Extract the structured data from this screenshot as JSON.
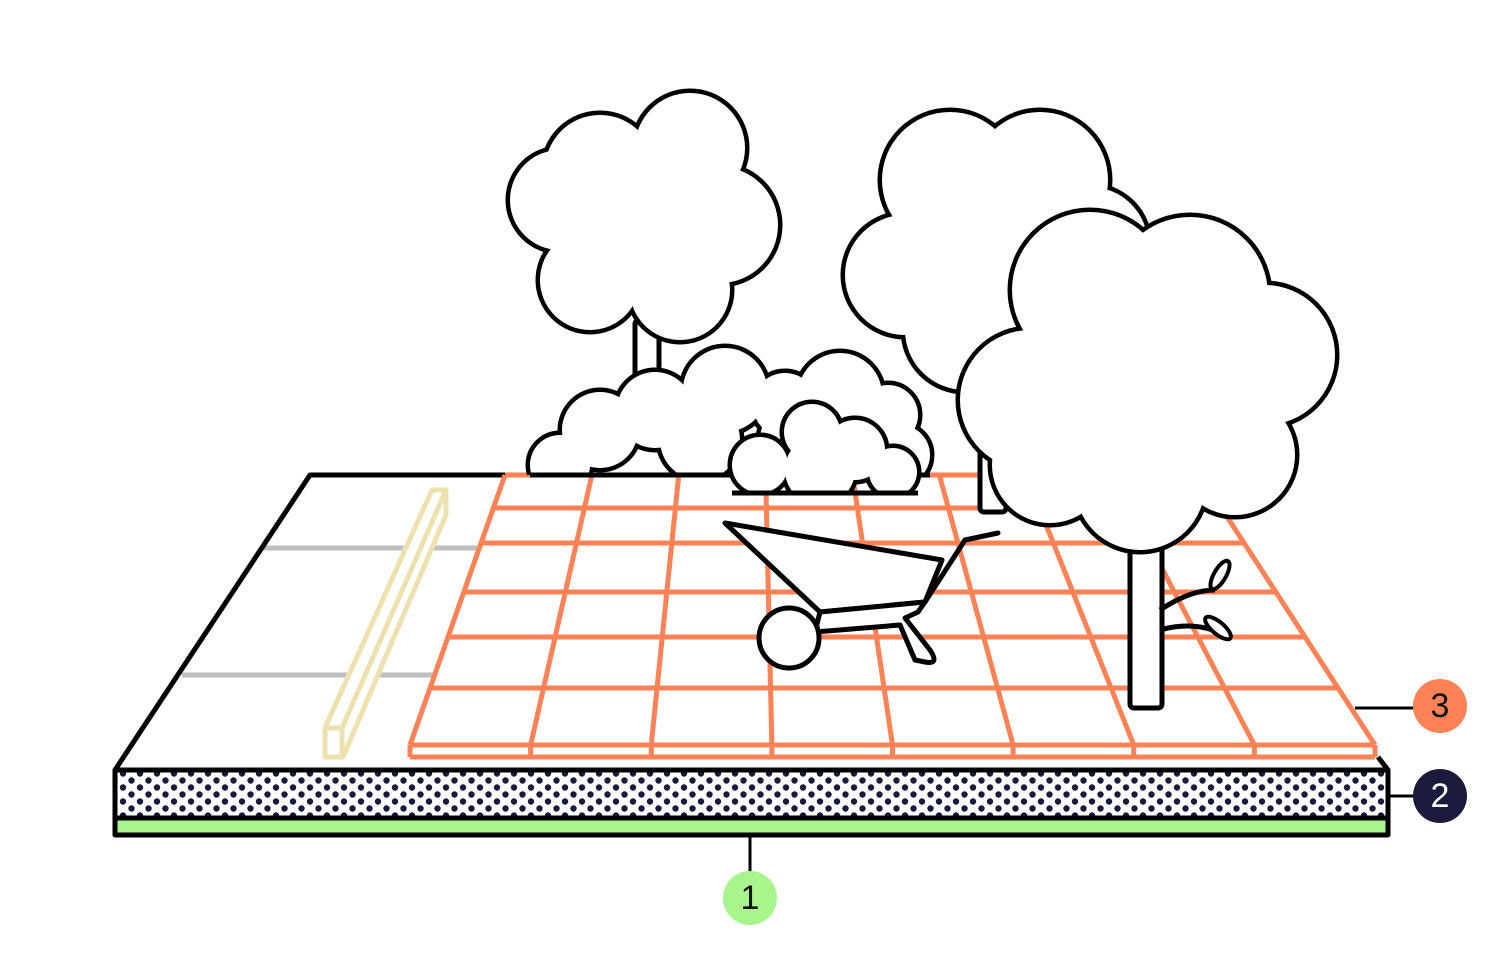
{
  "diagram": {
    "labels": [
      {
        "id": "1",
        "text": "1",
        "color": "#a8f58c",
        "text_color": "#111111"
      },
      {
        "id": "2",
        "text": "2",
        "color": "#1b1a3d",
        "text_color": "#ffffff"
      },
      {
        "id": "3",
        "text": "3",
        "color": "#ff8256",
        "text_color": "#111111"
      }
    ],
    "colors": {
      "paver": "#ff8256",
      "edging": "#ede2ad",
      "gravel_dots": "#1b1a3d",
      "base_layer": "#a8f58c",
      "seam": "#bfbfbf",
      "outline": "#000000"
    }
  }
}
